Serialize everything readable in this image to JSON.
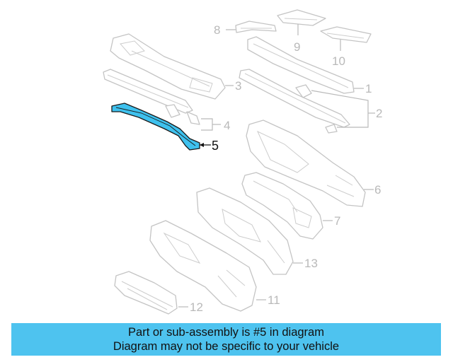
{
  "diagram": {
    "callouts": {
      "c1": "1",
      "c2": "2",
      "c3": "3",
      "c4": "4",
      "c5": "5",
      "c6": "6",
      "c7": "7",
      "c8": "8",
      "c9": "9",
      "c10": "10",
      "c11": "11",
      "c12": "12",
      "c13": "13"
    },
    "highlight_color": "#3ec1ee",
    "highlighted_part": "5"
  },
  "banner": {
    "line1": "Part or sub-assembly is #5 in diagram",
    "line2": "Diagram may not be specific to your vehicle",
    "color": "#4ec3ef"
  }
}
